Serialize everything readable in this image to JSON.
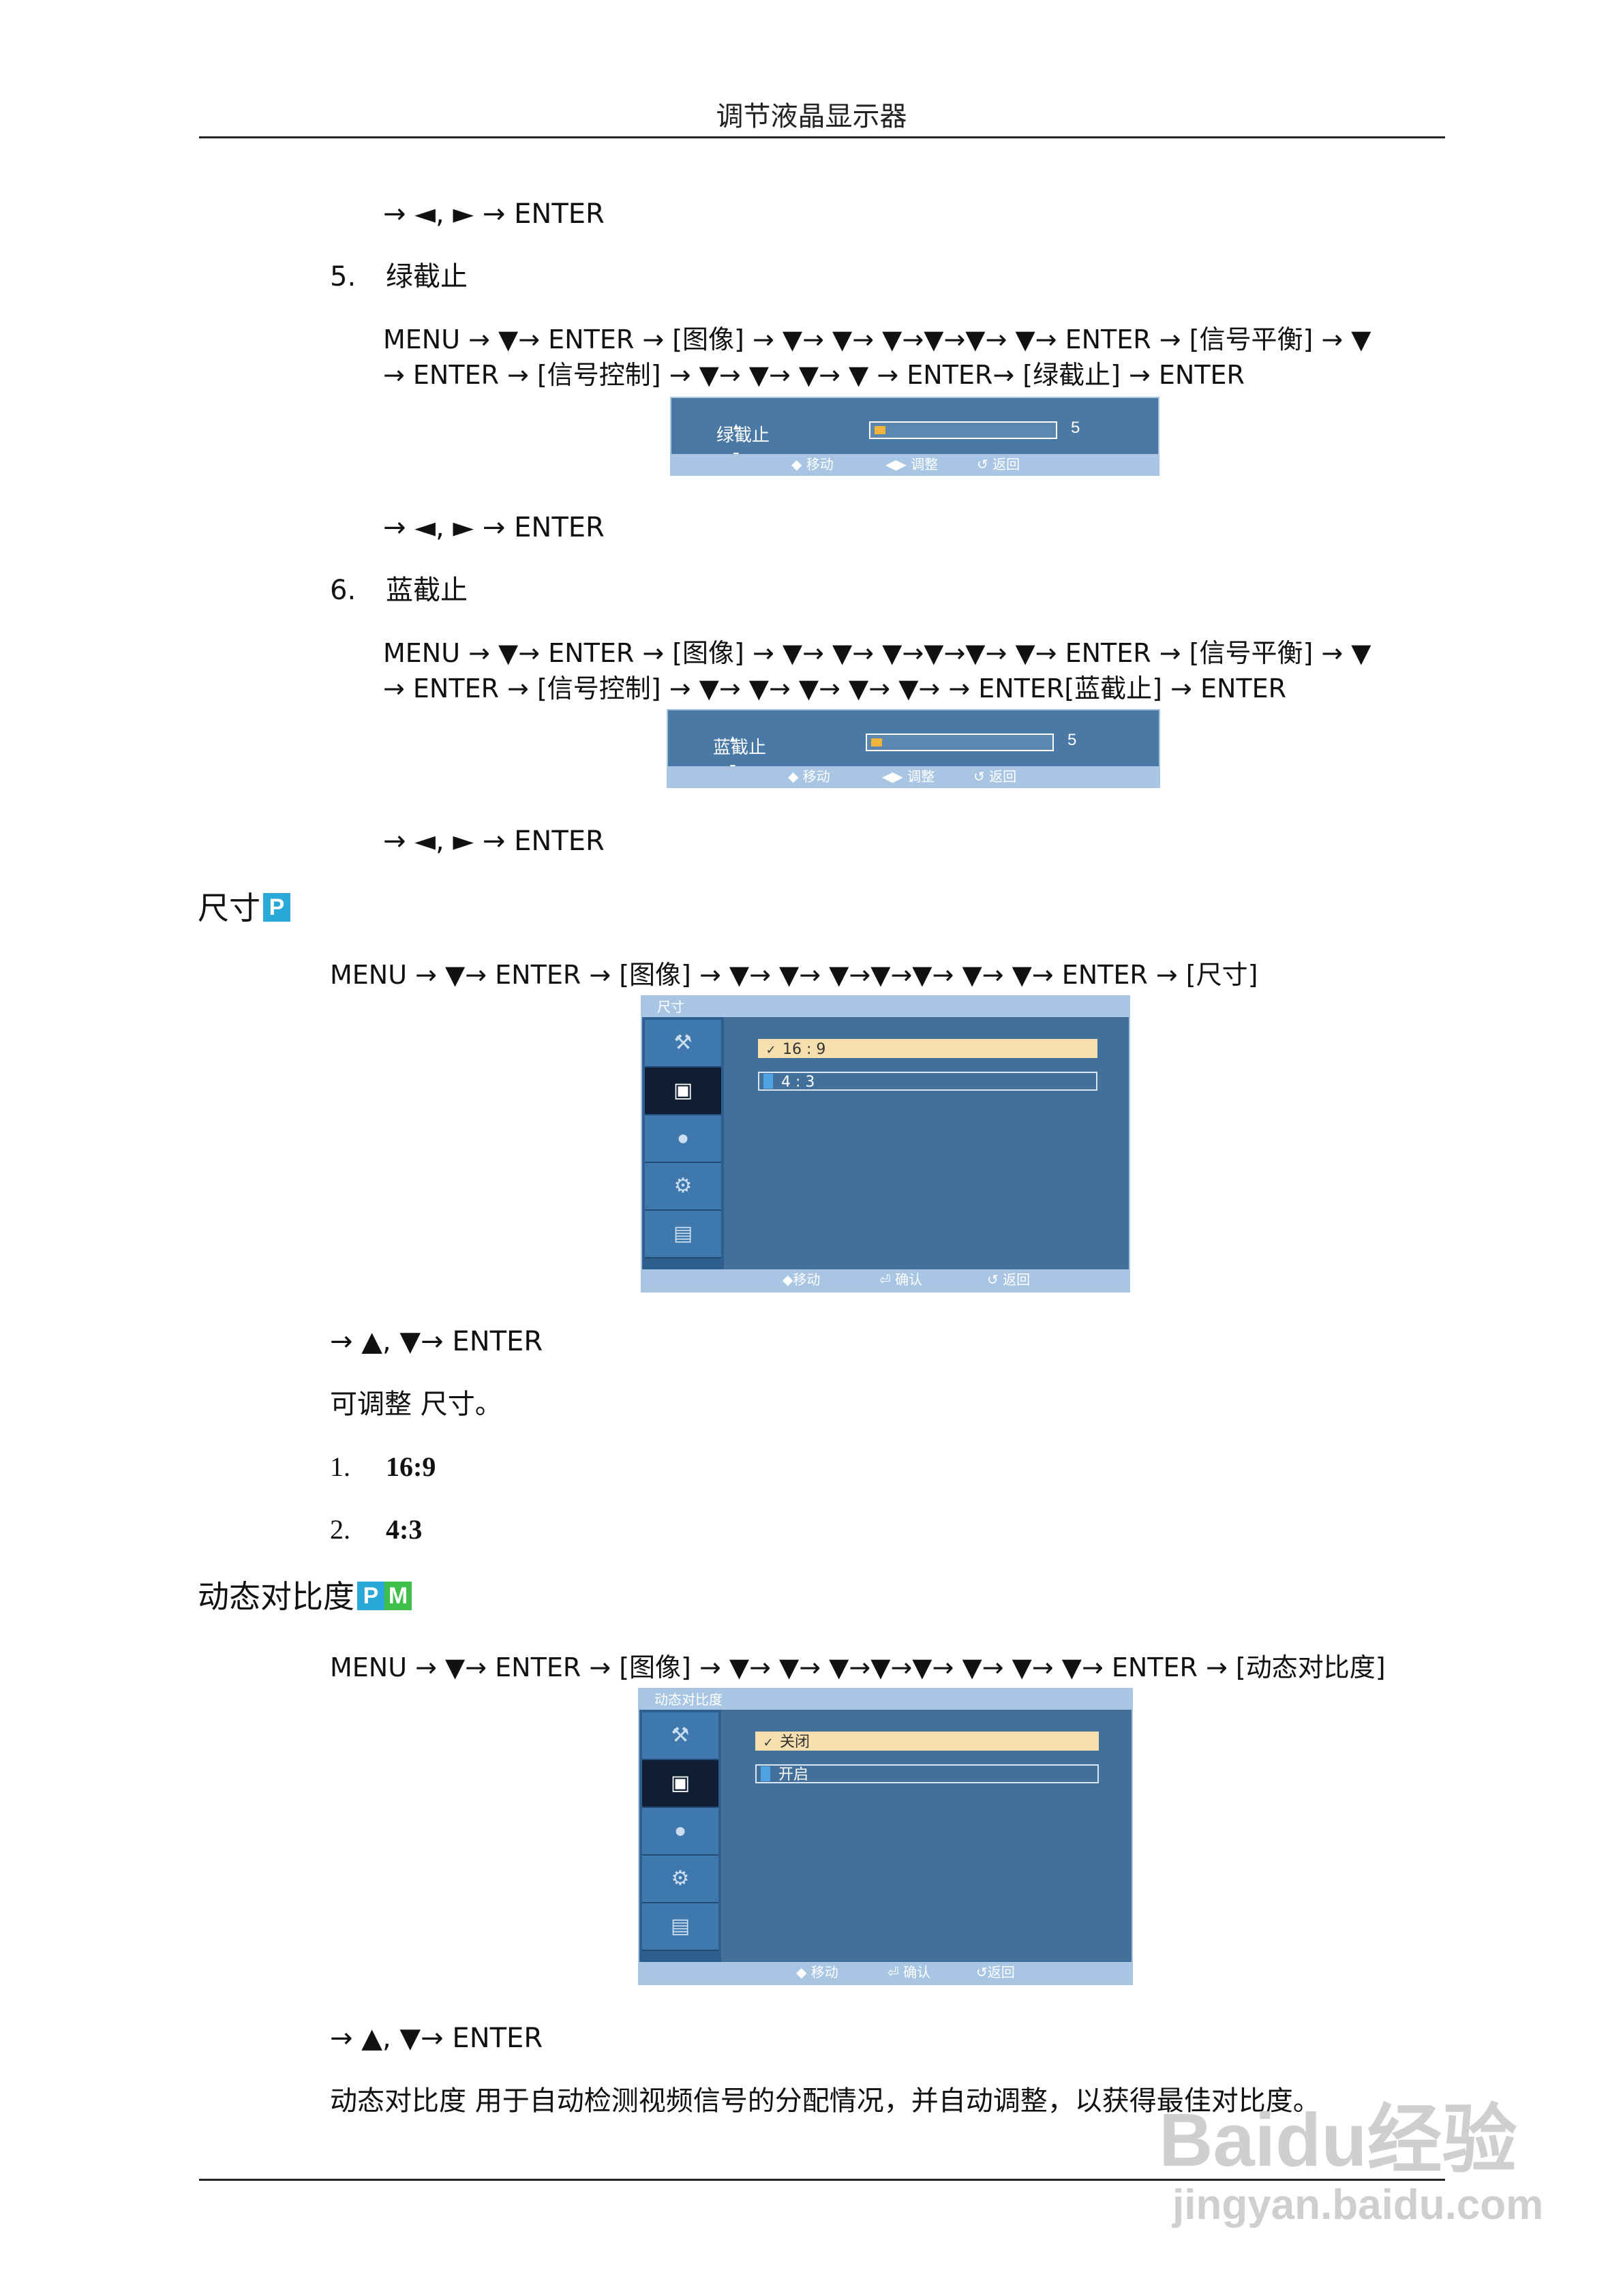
{
  "header": {
    "title": "调节液晶显示器"
  },
  "section_green": {
    "prev_step": "→ ◄, ► → ENTER",
    "number": "5.",
    "title": "绿截止",
    "path1": "MENU → ▼→ ENTER → [图像] → ▼→ ▼→ ▼→▼→▼→ ▼→ ENTER → [信号平衡] → ▼",
    "path2": "→ ENTER → [信号控制] → ▼→ ▼→ ▼→ ▼ → ENTER→ [绿截止] → ENTER",
    "osd": {
      "label": "绿截止",
      "value": "5",
      "level_percent": 5,
      "foot_move": "移动",
      "foot_adjust": "调整",
      "foot_back": "返回"
    },
    "after": "→ ◄, ► → ENTER"
  },
  "section_blue": {
    "number": "6.",
    "title": "蓝截止",
    "path1": "MENU → ▼→ ENTER → [图像] → ▼→ ▼→ ▼→▼→▼→ ▼→ ENTER → [信号平衡] → ▼",
    "path2": "→ ENTER → [信号控制] → ▼→ ▼→ ▼→ ▼→ ▼→ → ENTER[蓝截止] → ENTER",
    "osd": {
      "label": "蓝截止",
      "value": "5",
      "level_percent": 5,
      "foot_move": "移动",
      "foot_adjust": "调整",
      "foot_back": "返回"
    },
    "after": "→ ◄, ► → ENTER"
  },
  "section_size": {
    "heading": "尺寸",
    "badges": [
      "P"
    ],
    "path": "MENU → ▼→ ENTER → [图像] → ▼→ ▼→ ▼→▼→▼→ ▼→ ▼→ ENTER → [尺寸]",
    "osd": {
      "title": "尺寸",
      "options": [
        "16 : 9",
        "4 : 3"
      ],
      "foot_move": "移动",
      "foot_confirm": "确认",
      "foot_back": "返回"
    },
    "after": "→ ▲, ▼→ ENTER",
    "description": "可调整 尺寸。",
    "items": [
      {
        "num": "1.",
        "label": "16:9"
      },
      {
        "num": "2.",
        "label": "4:3"
      }
    ]
  },
  "section_dynamic": {
    "heading": "动态对比度",
    "badges": [
      "P",
      "M"
    ],
    "path": "MENU → ▼→ ENTER → [图像] → ▼→ ▼→ ▼→▼→▼→ ▼→ ▼→ ▼→ ENTER → [动态对比度]",
    "osd": {
      "title": "动态对比度",
      "options": [
        "关闭",
        "开启"
      ],
      "foot_move": "移动",
      "foot_confirm": "确认",
      "foot_back": "返回"
    },
    "after": "→ ▲, ▼→ ENTER",
    "description": "动态对比度 用于自动检测视频信号的分配情况，并自动调整，以获得最佳对比度。"
  },
  "watermark": {
    "line1": "Baidu经验",
    "line2": "jingyan.baidu.com"
  },
  "colors": {
    "osd_blue": "#43709b",
    "osd_foot": "#a8c6e3",
    "selected_option": "#f6dfae",
    "badge_p": "#2aa9d9",
    "badge_m": "#3fbf4a"
  }
}
